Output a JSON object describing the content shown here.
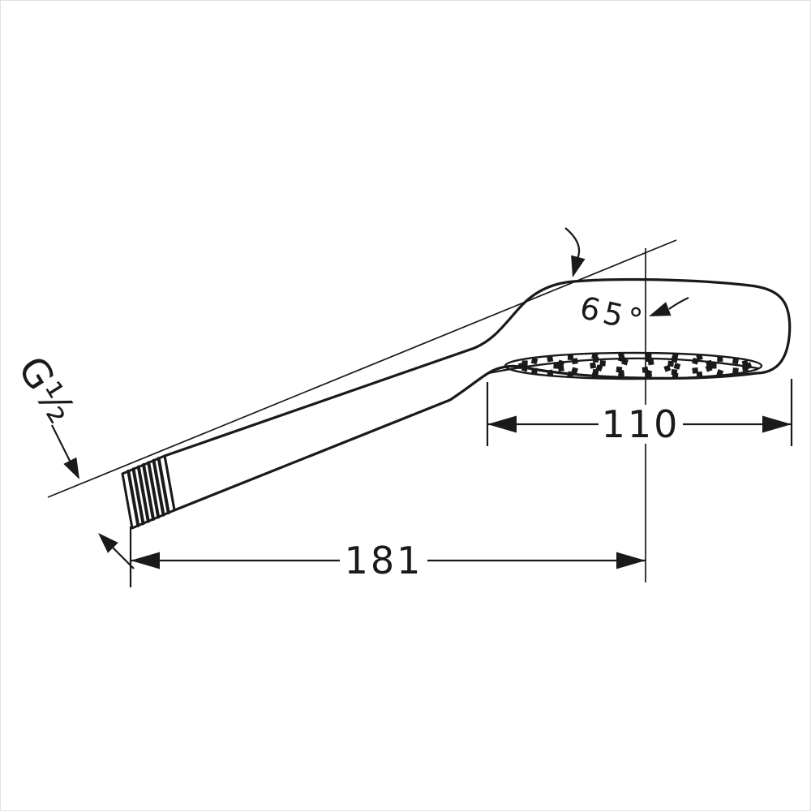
{
  "drawing": {
    "colors": {
      "line": "#1a1a1a",
      "background": "#ffffff"
    },
    "annotations": {
      "thread_label": "G½",
      "spray_angle": "65°",
      "head_width": "110",
      "overall_length": "181"
    }
  }
}
